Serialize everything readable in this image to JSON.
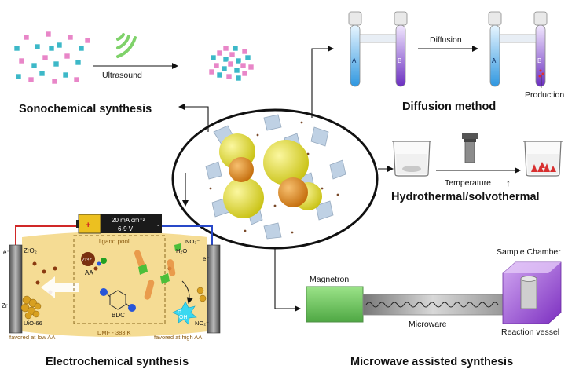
{
  "sonochemical": {
    "title": "Sonochemical synthesis",
    "process_label": "Ultrasound"
  },
  "diffusion": {
    "title": "Diffusion method",
    "process_label": "Diffusion",
    "tube_a": "A",
    "tube_b": "B",
    "product_label": "Production"
  },
  "hydrothermal": {
    "title": "Hydrothermal/solvothermal",
    "process_label": "Temperature",
    "arrow_glyph": "↑"
  },
  "microwave": {
    "title": "Microwave assisted synthesis",
    "magnetron": "Magnetron",
    "wave_label": "Microware",
    "chamber": "Sample Chamber",
    "vessel": "Reaction vessel"
  },
  "electrochemical": {
    "title": "Electrochemical synthesis",
    "battery_current": "20 mA cm⁻²",
    "battery_voltage": "6-9 V",
    "battery_plus": "+",
    "battery_minus": "-",
    "ligand_pool": "ligand pool",
    "zr4": "Zr⁴⁺",
    "aa": "AA",
    "bdc": "BDC",
    "zro2": "ZrO₂",
    "zr": "Zr",
    "uio": "UiO-66",
    "electron_left": "e⁻",
    "electron_right": "e⁻",
    "no3": "NO₃⁻",
    "h2o": "H₂O",
    "oh": "OH⁻",
    "h": "H",
    "no2": "NO₂⁻",
    "low_aa": "favored at low AA",
    "dmf": "DMF - 383 K",
    "high_aa": "favored at high AA"
  },
  "colors": {
    "blue_cube": "#3db8c8",
    "pink_cube": "#e886c8",
    "ultrasound_green": "#7fd26a",
    "tube_blue": "#3aa0e6",
    "tube_purple": "#7b3fc8",
    "sphere_yellow": "#e2dc2a",
    "sphere_orange": "#dd8a18",
    "magnetron_green": "#7fd06a",
    "chamber_purple": "#a05ad8",
    "electrolyte": "#f5dc94"
  }
}
